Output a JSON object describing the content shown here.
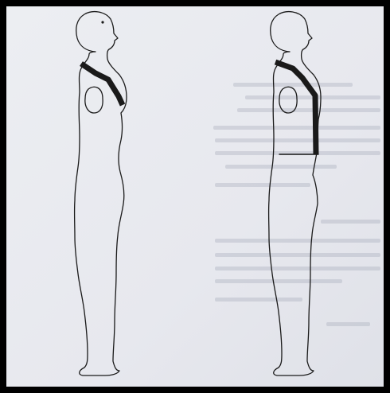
{
  "figures": [
    {
      "id": "figure-left",
      "marking": "neckline-to-bust"
    },
    {
      "id": "figure-right",
      "marking": "neckline-to-waist"
    }
  ],
  "colors": {
    "frame": "#000000",
    "paper": "#e9eaef",
    "ink": "#1a1a1a",
    "bleed_text": "#9aa0b0"
  }
}
